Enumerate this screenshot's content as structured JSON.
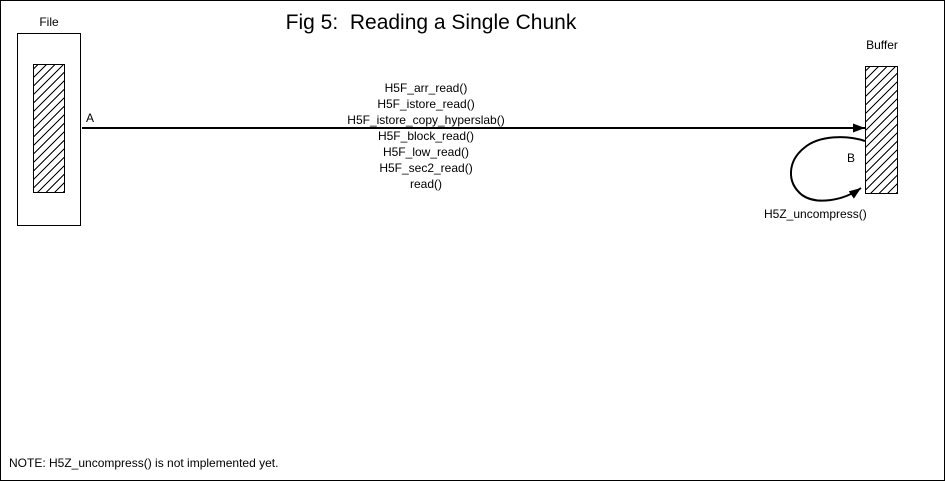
{
  "figure": {
    "title": "Fig 5:  Reading a Single Chunk",
    "note": "NOTE: H5Z_uncompress() is not implemented yet."
  },
  "file": {
    "label": "File"
  },
  "buffer": {
    "label": "Buffer"
  },
  "markers": {
    "source": "A",
    "destination": "B"
  },
  "call_stack": [
    "H5F_arr_read()",
    "H5F_istore_read()",
    "H5F_istore_copy_hyperslab()",
    "H5F_block_read()",
    "H5F_low_read()",
    "H5F_sec2_read()",
    "read()"
  ],
  "loop": {
    "label": "H5Z_uncompress()"
  },
  "colors": {
    "ink": "#000000",
    "background": "#ffffff"
  }
}
